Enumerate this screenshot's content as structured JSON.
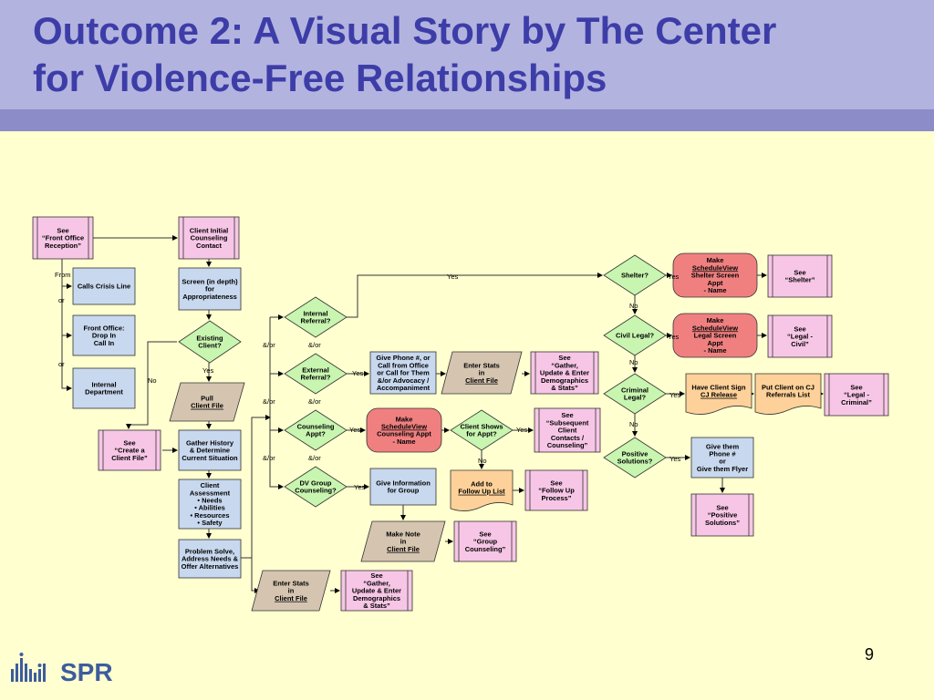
{
  "slide": {
    "title_line1": "Outcome 2: A Visual Story by The Center",
    "title_line2": "for Violence-Free Relationships",
    "page_number": "9",
    "logo_text": "SPR"
  },
  "nodes": [
    {
      "id": "see-front-office",
      "shape": "doc",
      "lines": [
        "See",
        "“Front Office",
        "Reception”"
      ]
    },
    {
      "id": "client-initial",
      "shape": "doc",
      "lines": [
        "Client Initial",
        "Counseling",
        "Contact"
      ]
    },
    {
      "id": "calls-crisis",
      "shape": "rect",
      "lines": [
        "Calls Crisis Line"
      ]
    },
    {
      "id": "front-office-drop",
      "shape": "rect",
      "lines": [
        "Front Office:",
        "Drop In",
        "Call In"
      ]
    },
    {
      "id": "internal-dept",
      "shape": "rect",
      "lines": [
        "Internal",
        "Department"
      ]
    },
    {
      "id": "screen-in-depth",
      "shape": "rect",
      "lines": [
        "Screen (in depth)",
        "for",
        "Appropriateness"
      ]
    },
    {
      "id": "existing-client",
      "shape": "diamond",
      "lines": [
        "Existing",
        "Client?"
      ]
    },
    {
      "id": "pull-client-file",
      "shape": "para",
      "lines": [
        "Pull",
        "Client File"
      ],
      "underline": [
        1
      ]
    },
    {
      "id": "see-create-file",
      "shape": "doc",
      "lines": [
        "See",
        "“Create a",
        "Client File”"
      ]
    },
    {
      "id": "gather-history",
      "shape": "rect",
      "lines": [
        "Gather History",
        "& Determine",
        "Current Situation"
      ]
    },
    {
      "id": "client-assessment",
      "shape": "rect",
      "lines": [
        "Client",
        "Assessment",
        "•  Needs",
        "•  Abilities",
        "•  Resources",
        "•  Safety"
      ]
    },
    {
      "id": "problem-solve",
      "shape": "rect",
      "lines": [
        "Problem Solve,",
        "Address Needs &",
        "Offer Alternatives"
      ]
    },
    {
      "id": "enter-stats-1",
      "shape": "para",
      "lines": [
        "Enter Stats",
        "in",
        "Client File"
      ],
      "underline": [
        2
      ]
    },
    {
      "id": "see-gather-1",
      "shape": "doc",
      "lines": [
        "See",
        "“Gather,",
        "Update & Enter",
        "Demographics",
        "& Stats”"
      ]
    },
    {
      "id": "internal-referral",
      "shape": "diamond",
      "lines": [
        "Internal",
        "Referral?"
      ]
    },
    {
      "id": "external-referral",
      "shape": "diamond",
      "lines": [
        "External",
        "Referral?"
      ]
    },
    {
      "id": "counseling-appt",
      "shape": "diamond",
      "lines": [
        "Counseling",
        "Appt?"
      ]
    },
    {
      "id": "dv-group",
      "shape": "diamond",
      "lines": [
        "DV Group",
        "Counseling?"
      ]
    },
    {
      "id": "give-phone",
      "shape": "rect",
      "lines": [
        "Give Phone #, or",
        "Call from Office",
        "or Call for Them",
        "&/or Advocacy /",
        "Accompaniment"
      ]
    },
    {
      "id": "enter-stats-2",
      "shape": "para",
      "lines": [
        "Enter Stats",
        "in",
        "Client File"
      ],
      "underline": [
        2
      ]
    },
    {
      "id": "see-gather-2",
      "shape": "doc",
      "lines": [
        "See",
        "“Gather,",
        "Update & Enter",
        "Demographics",
        "& Stats”"
      ]
    },
    {
      "id": "make-schedule-counsel",
      "shape": "round",
      "lines": [
        "Make",
        "ScheduleView",
        "Counseling Appt",
        "- Name"
      ],
      "underline": [
        1
      ]
    },
    {
      "id": "client-shows",
      "shape": "diamond",
      "lines": [
        "Client Shows",
        "for Appt?"
      ]
    },
    {
      "id": "see-subsequent",
      "shape": "doc",
      "lines": [
        "See",
        "“Subsequent",
        "Client",
        "Contacts /",
        "Counseling”"
      ]
    },
    {
      "id": "add-follow-up",
      "shape": "docorange",
      "lines": [
        "Add to",
        "Follow Up List"
      ],
      "underline": [
        1
      ]
    },
    {
      "id": "see-follow-up",
      "shape": "doc",
      "lines": [
        "See",
        "“Follow Up",
        "Process”"
      ]
    },
    {
      "id": "give-info-group",
      "shape": "rect",
      "lines": [
        "Give Information",
        "for Group"
      ]
    },
    {
      "id": "make-note",
      "shape": "para",
      "lines": [
        "Make Note",
        "in",
        "Client File"
      ],
      "underline": [
        2
      ]
    },
    {
      "id": "see-group",
      "shape": "doc",
      "lines": [
        "See",
        "“Group",
        "Counseling”"
      ]
    },
    {
      "id": "shelter",
      "shape": "diamond",
      "lines": [
        "Shelter?"
      ]
    },
    {
      "id": "make-schedule-shelter",
      "shape": "round",
      "lines": [
        "Make",
        "ScheduleView",
        "Shelter Screen",
        "Appt",
        "- Name"
      ],
      "underline": [
        1
      ]
    },
    {
      "id": "see-shelter",
      "shape": "doc",
      "lines": [
        "See",
        "“Shelter”"
      ]
    },
    {
      "id": "civil-legal",
      "shape": "diamond",
      "lines": [
        "Civil Legal?"
      ]
    },
    {
      "id": "make-schedule-legal",
      "shape": "round",
      "lines": [
        "Make",
        "ScheduleView",
        "Legal Screen",
        "Appt",
        "- Name"
      ],
      "underline": [
        1
      ]
    },
    {
      "id": "see-legal-civil",
      "shape": "doc",
      "lines": [
        "See",
        "“Legal  -",
        "Civil”"
      ]
    },
    {
      "id": "criminal-legal",
      "shape": "diamond",
      "lines": [
        "Criminal",
        "Legal?"
      ]
    },
    {
      "id": "have-client-sign",
      "shape": "docorange",
      "lines": [
        "Have Client Sign",
        "CJ Release"
      ],
      "underline": [
        1
      ]
    },
    {
      "id": "put-client-cj",
      "shape": "docorange",
      "lines": [
        "Put Client on CJ",
        "Referrals List"
      ],
      "underline": []
    },
    {
      "id": "see-legal-criminal",
      "shape": "doc",
      "lines": [
        "See",
        "“Legal -",
        "Criminal”"
      ]
    },
    {
      "id": "positive-solutions",
      "shape": "diamond",
      "lines": [
        "Positive",
        "Solutions?"
      ]
    },
    {
      "id": "give-them-phone",
      "shape": "rect",
      "lines": [
        "Give them",
        "Phone #",
        "or",
        "Give them Flyer"
      ]
    },
    {
      "id": "see-positive",
      "shape": "doc",
      "lines": [
        "See",
        "“Positive",
        "Solutions”"
      ]
    }
  ],
  "edge_labels": {
    "from": "From",
    "or": "or",
    "no": "No",
    "yes": "Yes",
    "andor": "&/or"
  },
  "colors": {
    "background": "#ffffd0",
    "header": "#b3b3e0",
    "header_bar": "#8c8cc8",
    "title": "#3d3da8",
    "rect_fill": "#c8d8ee",
    "doc_fill": "#f7c6e6",
    "diamond_fill": "#c8f5b0",
    "para_fill": "#d5c5b0",
    "round_fill": "#f08080",
    "orange_fill": "#fdd199"
  }
}
